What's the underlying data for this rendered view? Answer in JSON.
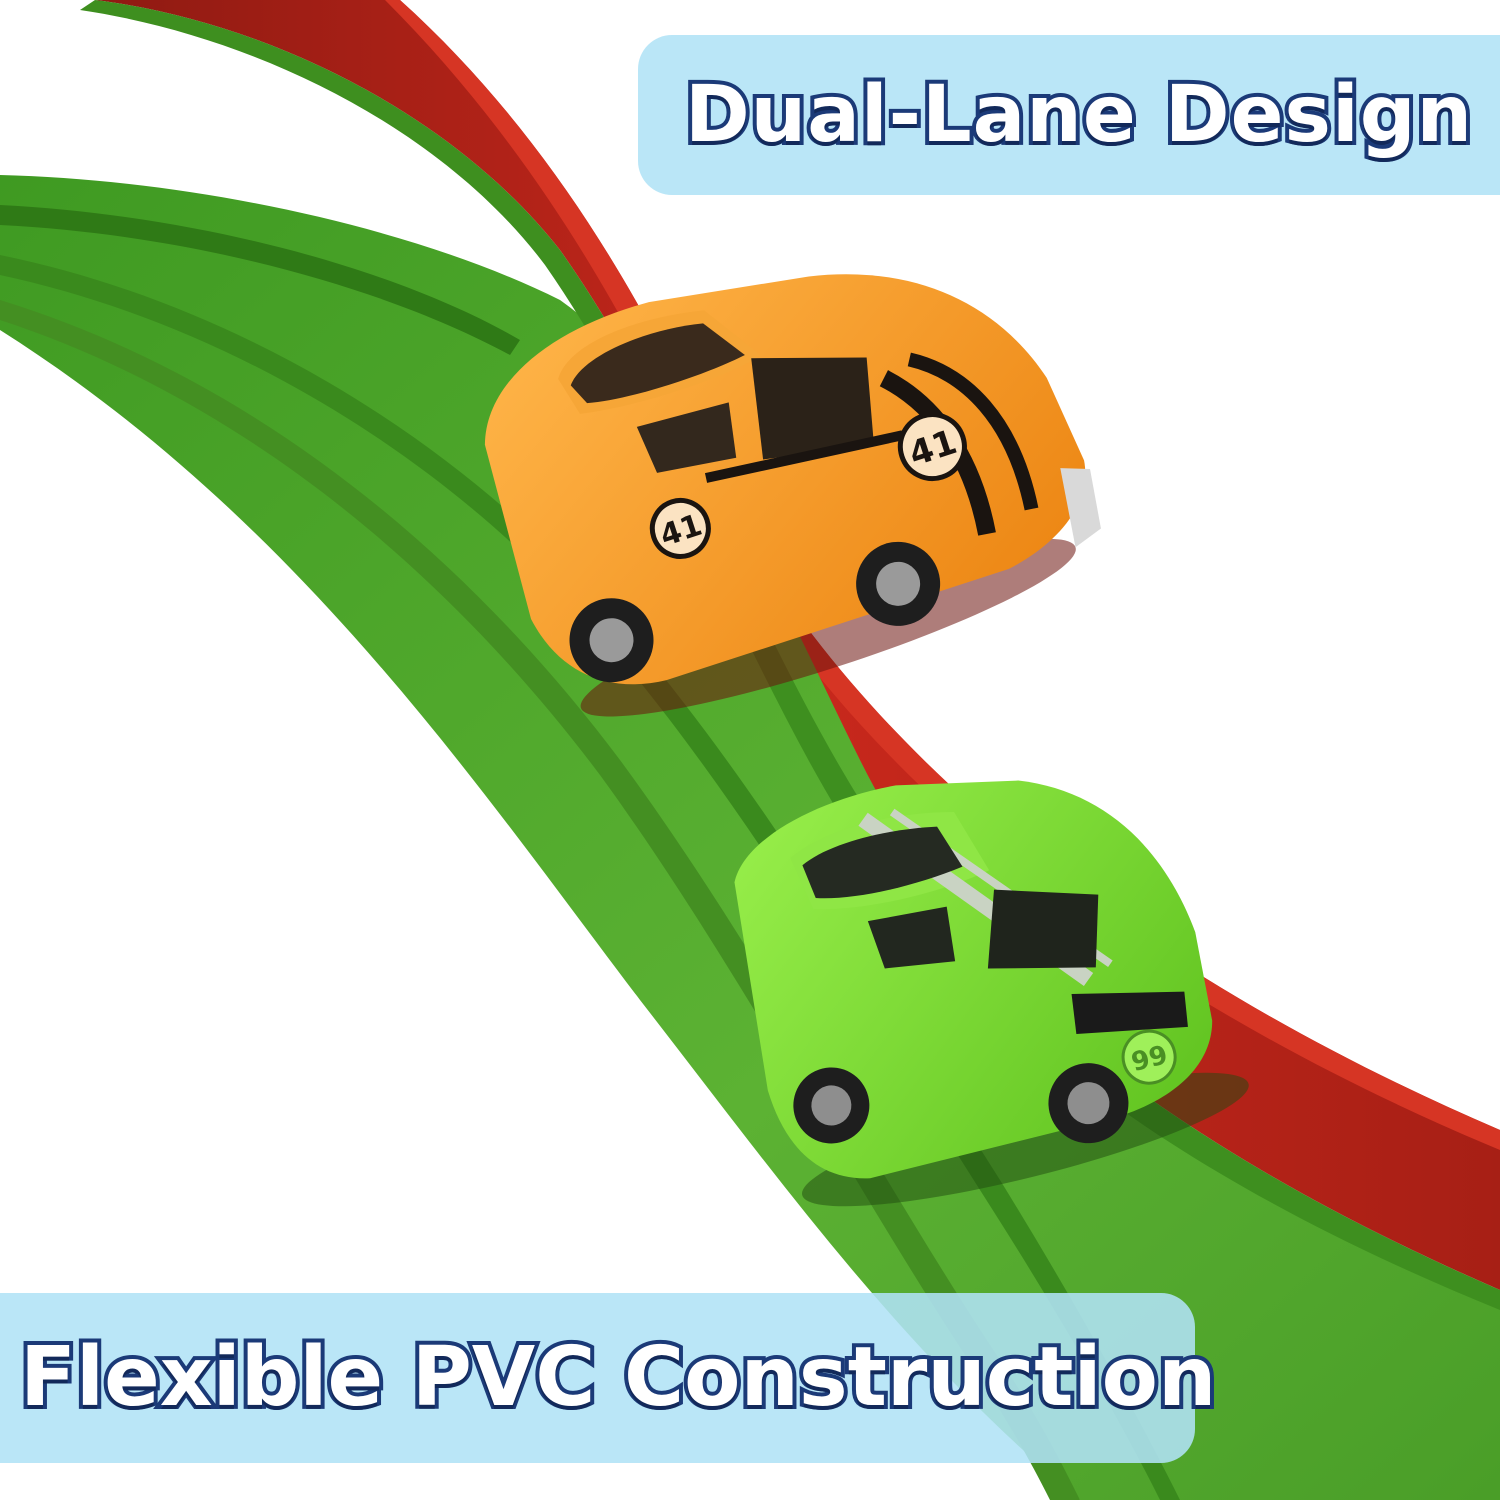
{
  "headlines": {
    "top": "Dual-Lane Design",
    "bottom": "Flexible PVC Construction"
  },
  "scene": {
    "subject": "two toy cars on a dual-lane race track",
    "colors": {
      "banner_bg": "#b0e2f6",
      "headline_fill": "#ffffff",
      "headline_outline": "#1b3a78",
      "track_red": "#c9271b",
      "track_green": "#52a82a",
      "car_orange": "#f39a1e",
      "car_green": "#7fd63a"
    },
    "cars": [
      {
        "name": "orange-muscle-car",
        "number": "41"
      },
      {
        "name": "green-sports-car",
        "number": "99"
      }
    ]
  }
}
